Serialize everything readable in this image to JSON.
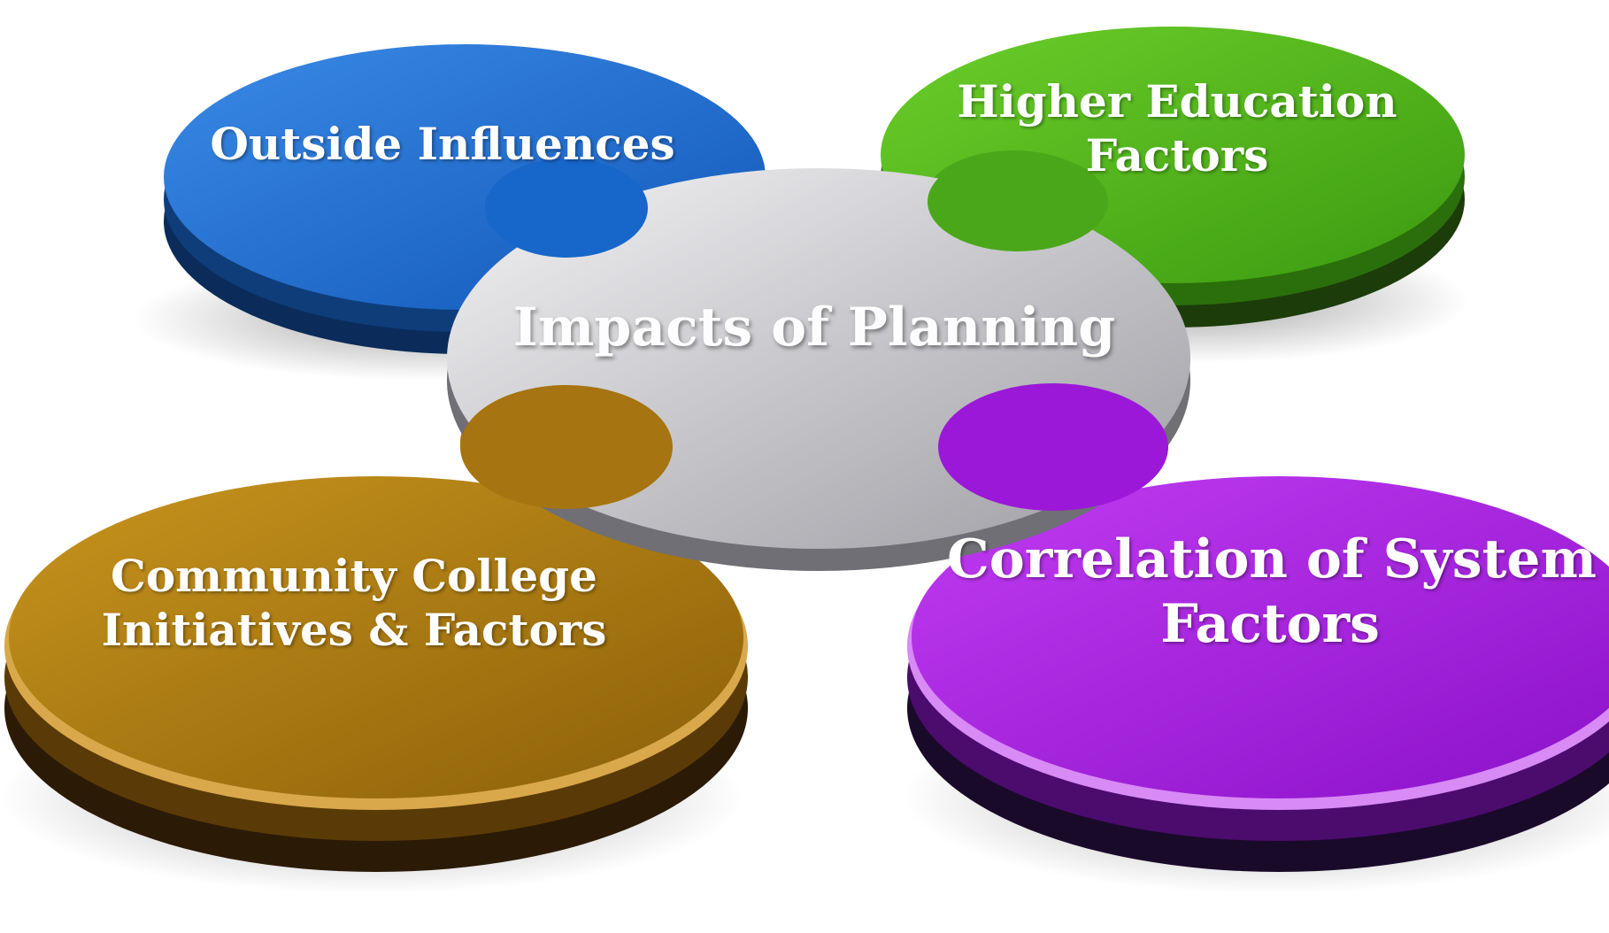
{
  "diagram": {
    "center": {
      "label": "Impacts of Planning",
      "color": "#c9c9cc"
    },
    "pieces": [
      {
        "id": "outside-influences",
        "lines": [
          "Outside Influences"
        ],
        "color": "#1f6fd1"
      },
      {
        "id": "higher-education",
        "lines": [
          "Higher Education",
          "Factors"
        ],
        "color": "#49b41a"
      },
      {
        "id": "community-college",
        "lines": [
          "Community College",
          "Initiatives & Factors"
        ],
        "color": "#b07c10"
      },
      {
        "id": "correlation",
        "lines": [
          "Correlation of System",
          "Factors"
        ],
        "color": "#a41fe0"
      }
    ]
  }
}
